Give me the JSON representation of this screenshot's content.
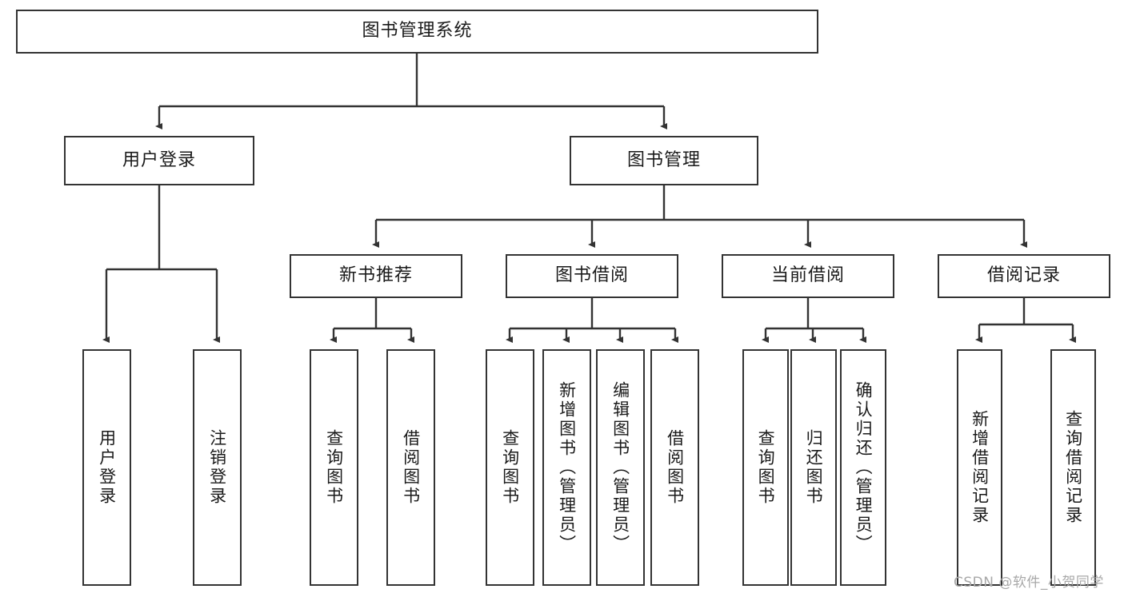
{
  "diagram": {
    "title": "图书管理系统",
    "type": "功能结构图",
    "stroke_color": "#333333",
    "background_color": "#ffffff",
    "watermark": "CSDN @软件_小贺同学"
  },
  "nodes": {
    "root": {
      "label": "图书管理系统"
    },
    "level2": [
      {
        "id": "user-login",
        "label": "用户登录"
      },
      {
        "id": "book-manage",
        "label": "图书管理"
      }
    ],
    "level3": [
      {
        "id": "new-book-recommend",
        "label": "新书推荐"
      },
      {
        "id": "book-borrow",
        "label": "图书借阅"
      },
      {
        "id": "current-borrow",
        "label": "当前借阅"
      },
      {
        "id": "borrow-record",
        "label": "借阅记录"
      }
    ],
    "leaves": {
      "user_login": [
        {
          "id": "leaf-user-login",
          "label": "用户登录"
        },
        {
          "id": "leaf-logout-login",
          "label": "注销登录"
        }
      ],
      "new_book_recommend": [
        {
          "id": "leaf-query-book-1",
          "label": "查询图书"
        },
        {
          "id": "leaf-borrow-book-1",
          "label": "借阅图书"
        }
      ],
      "book_borrow": [
        {
          "id": "leaf-query-book-2",
          "label": "查询图书"
        },
        {
          "id": "leaf-add-book",
          "label": "新增图书（管理员）"
        },
        {
          "id": "leaf-edit-book",
          "label": "编辑图书（管理员）"
        },
        {
          "id": "leaf-borrow-book-2",
          "label": "借阅图书"
        }
      ],
      "current_borrow": [
        {
          "id": "leaf-query-book-3",
          "label": "查询图书"
        },
        {
          "id": "leaf-return-book",
          "label": "归还图书"
        },
        {
          "id": "leaf-confirm-return",
          "label": "确认归还（管理员）"
        }
      ],
      "borrow_record": [
        {
          "id": "leaf-add-record",
          "label": "新增借阅记录"
        },
        {
          "id": "leaf-query-record",
          "label": "查询借阅记录"
        }
      ]
    }
  },
  "chart_data": {
    "type": "diagram",
    "title": "图书管理系统",
    "hierarchy": [
      {
        "label": "图书管理系统",
        "children": [
          {
            "label": "用户登录",
            "children": [
              {
                "label": "用户登录"
              },
              {
                "label": "注销登录"
              }
            ]
          },
          {
            "label": "图书管理",
            "children": [
              {
                "label": "新书推荐",
                "children": [
                  {
                    "label": "查询图书"
                  },
                  {
                    "label": "借阅图书"
                  }
                ]
              },
              {
                "label": "图书借阅",
                "children": [
                  {
                    "label": "查询图书"
                  },
                  {
                    "label": "新增图书（管理员）"
                  },
                  {
                    "label": "编辑图书（管理员）"
                  },
                  {
                    "label": "借阅图书"
                  }
                ]
              },
              {
                "label": "当前借阅",
                "children": [
                  {
                    "label": "查询图书"
                  },
                  {
                    "label": "归还图书"
                  },
                  {
                    "label": "确认归还（管理员）"
                  }
                ]
              },
              {
                "label": "借阅记录",
                "children": [
                  {
                    "label": "新增借阅记录"
                  },
                  {
                    "label": "查询借阅记录"
                  }
                ]
              }
            ]
          }
        ]
      }
    ]
  }
}
